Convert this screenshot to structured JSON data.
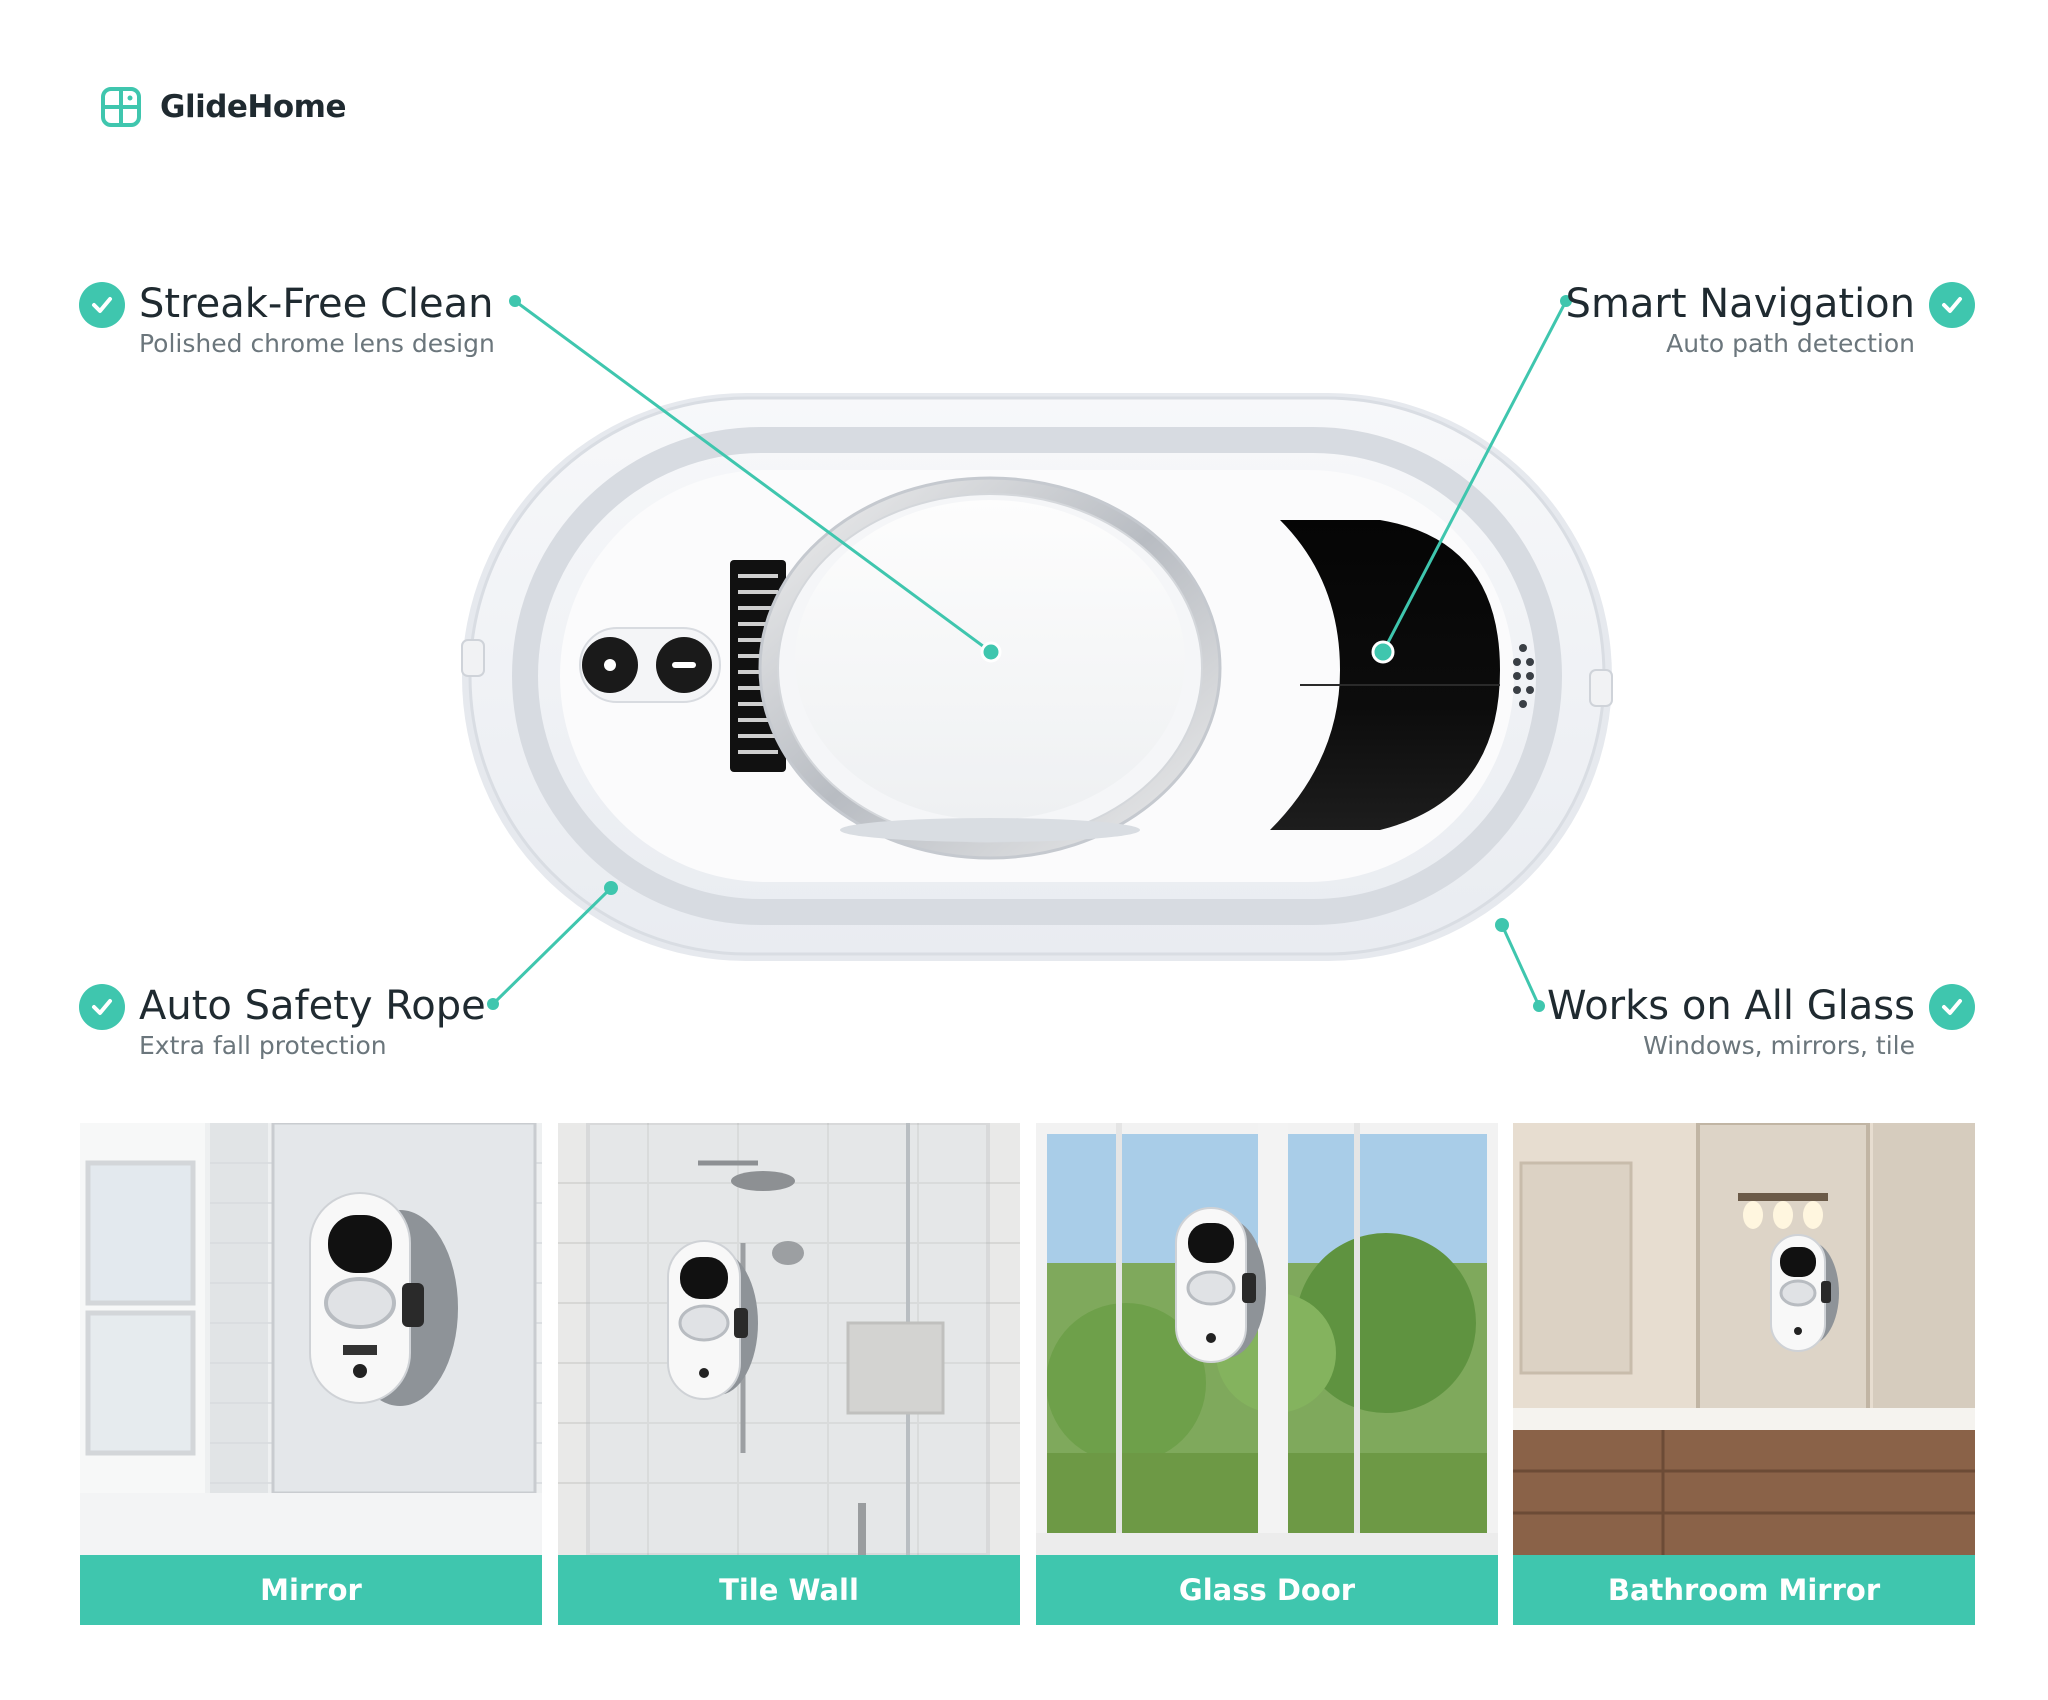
{
  "brand": {
    "name": "GlideHome",
    "logo_icon": "window-grid-icon",
    "accent_color": "#3fc6ae"
  },
  "features": [
    {
      "title": "Streak-Free Clean",
      "subtitle": "Polished chrome lens design"
    },
    {
      "title": "Smart Navigation",
      "subtitle": "Auto path detection"
    },
    {
      "title": "Auto Safety Rope",
      "subtitle": "Extra fall protection"
    },
    {
      "title": "Works on All Glass",
      "subtitle": "Windows, mirrors, tile"
    }
  ],
  "product": {
    "icon": "window-cleaning-robot-icon"
  },
  "scenes": [
    {
      "label": "Mirror"
    },
    {
      "label": "Tile Wall"
    },
    {
      "label": "Glass Door"
    },
    {
      "label": "Bathroom Mirror"
    }
  ]
}
